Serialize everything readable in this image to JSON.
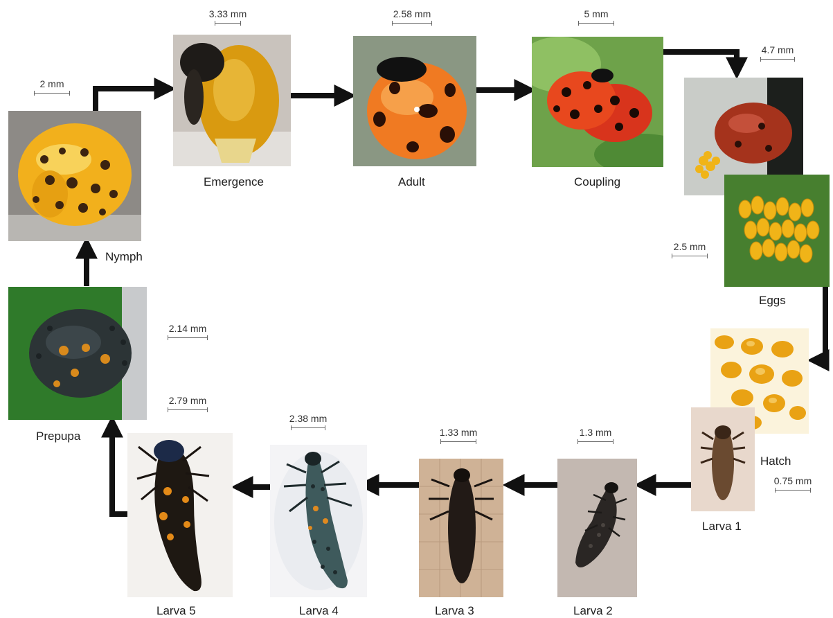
{
  "stages": {
    "nymph": {
      "label": "Nymph",
      "scale": "2 mm"
    },
    "emergence": {
      "label": "Emergence",
      "scale": "3.33 mm"
    },
    "adult": {
      "label": "Adult",
      "scale": "2.58 mm"
    },
    "coupling": {
      "label": "Coupling",
      "scale": "5 mm"
    },
    "laying": {
      "label": "",
      "scale": "4.7 mm"
    },
    "eggs": {
      "label": "Eggs",
      "scale": "2.5 mm"
    },
    "hatch": {
      "label": "Hatch",
      "scale": "0.75 mm"
    },
    "larva1": {
      "label": "Larva 1",
      "scale": ""
    },
    "larva2": {
      "label": "Larva 2",
      "scale": "1.3 mm"
    },
    "larva3": {
      "label": "Larva 3",
      "scale": "1.33 mm"
    },
    "larva4": {
      "label": "Larva 4",
      "scale": "2.38 mm"
    },
    "larva5": {
      "label": "Larva 5",
      "scale": "2.79 mm"
    },
    "prepupa": {
      "label": "Prepupa",
      "scale": "2.14 mm"
    }
  },
  "colors": {
    "arrow": "#111111",
    "ladybug_red": "#e24a1c",
    "ladybug_orange": "#f07a22",
    "pupa_yellow": "#f2b01c",
    "egg_yellow": "#f0b418",
    "leaf_green": "#4f8a35"
  }
}
